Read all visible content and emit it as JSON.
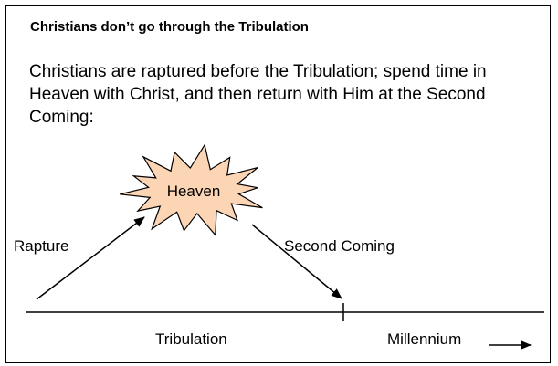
{
  "heading": "Christians don’t go through the Tribulation",
  "body_text": "Christians are raptured before the Tribulation; spend time in Heaven with Christ, and then return with Him at the Second Coming:",
  "diagram": {
    "heaven_label": "Heaven",
    "heaven_fill": "#fcd5b4",
    "rapture_label": "Rapture",
    "second_coming_label": "Second Coming",
    "tribulation_label": "Tribulation",
    "millennium_label": "Millennium"
  }
}
